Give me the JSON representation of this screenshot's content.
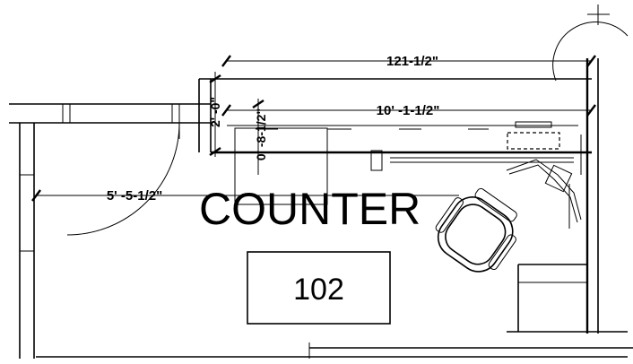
{
  "plan": {
    "labels": {
      "counter": "COUNTER",
      "room_number": "102"
    },
    "dimensions": {
      "top_overall": "121-1/2\"",
      "counter_length": "10' -1-1/2\"",
      "door_to_counter": "5' -5-1/2\"",
      "counter_depth": "2' -0\"",
      "side_offset": "0' -8-1/2\""
    }
  }
}
